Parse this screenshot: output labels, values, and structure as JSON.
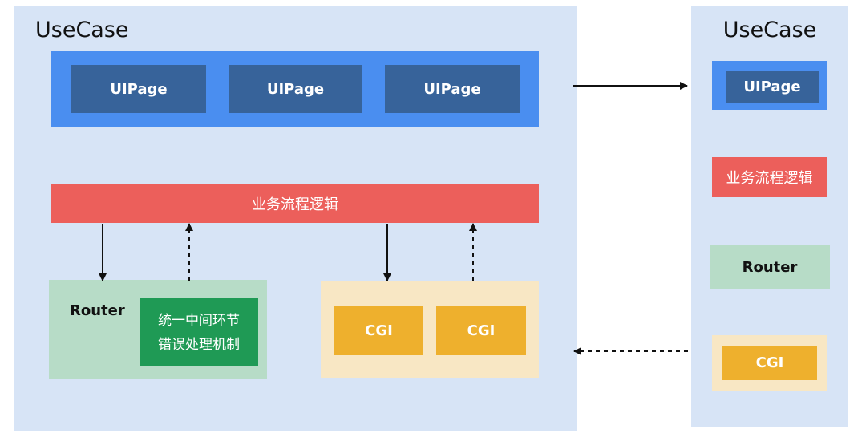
{
  "left": {
    "title": "UseCase",
    "uipages": [
      "UIPage",
      "UIPage",
      "UIPage"
    ],
    "logic_label": "业务流程逻辑",
    "router_label": "Router",
    "middleware_lines": [
      "统一中间环节",
      "错误处理机制"
    ],
    "cgis": [
      "CGI",
      "CGI"
    ]
  },
  "right": {
    "title": "UseCase",
    "uipage_label": "UIPage",
    "logic_label": "业务流程逻辑",
    "router_label": "Router",
    "cgi_label": "CGI"
  },
  "colors": {
    "panel": "#d7e4f6",
    "uipage_bar": "#4a8ef0",
    "uipage": "#37639a",
    "logic": "#ec5f5b",
    "router": "#b7dcc7",
    "middleware": "#1f9a55",
    "cgi_wrap": "#f8e7c4",
    "cgi": "#eeb02d"
  }
}
